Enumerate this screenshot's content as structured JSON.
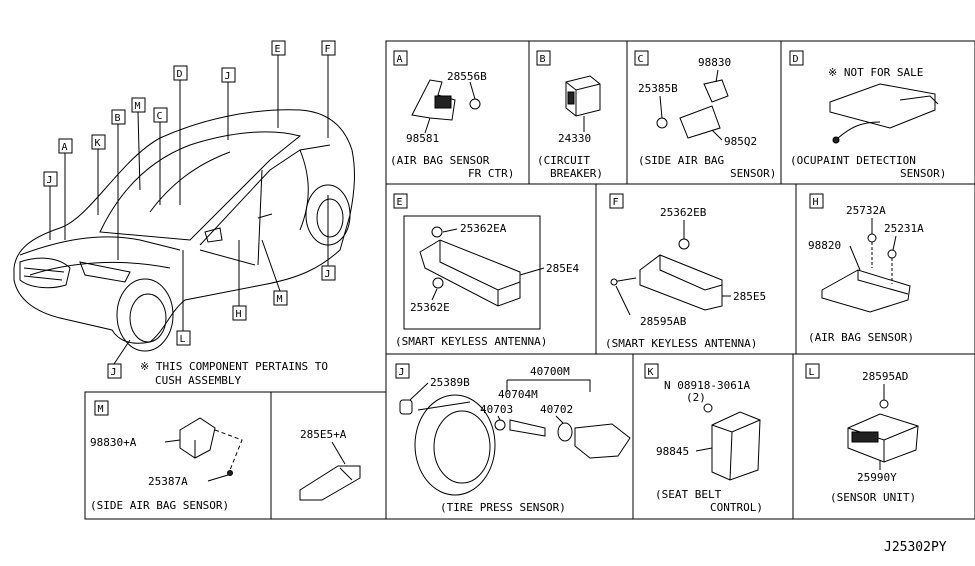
{
  "main": {
    "callouts": [
      "A",
      "B",
      "C",
      "D",
      "E",
      "F",
      "H",
      "J",
      "K",
      "L",
      "M"
    ],
    "note_line1": "※ THIS COMPONENT PERTAINS TO",
    "note_line2": "CUSH ASSEMBLY"
  },
  "panels": {
    "A": {
      "letter": "A",
      "parts": [
        "28556B",
        "98581"
      ],
      "caption_line1": "(AIR BAG SENSOR",
      "caption_line2": "FR CTR)"
    },
    "B": {
      "letter": "B",
      "parts": [
        "24330"
      ],
      "caption_line1": "(CIRCUIT",
      "caption_line2": "BREAKER)"
    },
    "C": {
      "letter": "C",
      "parts": [
        "98830",
        "25385B",
        "985Q2"
      ],
      "caption_line1": "(SIDE AIR BAG",
      "caption_line2": "SENSOR)"
    },
    "D": {
      "letter": "D",
      "note": "※ NOT FOR SALE",
      "caption_line1": "(OCUPAINT DETECTION",
      "caption_line2": "SENSOR)"
    },
    "E": {
      "letter": "E",
      "parts": [
        "25362EA",
        "285E4",
        "25362E"
      ],
      "caption": "(SMART KEYLESS ANTENNA)"
    },
    "F": {
      "letter": "F",
      "parts": [
        "25362EB",
        "285E5",
        "28595AB"
      ],
      "caption": "(SMART KEYLESS ANTENNA)"
    },
    "H": {
      "letter": "H",
      "parts": [
        "25732A",
        "25231A",
        "98820"
      ],
      "caption": "(AIR BAG SENSOR)"
    },
    "J": {
      "letter": "J",
      "parts": [
        "25389B",
        "40700M",
        "40704M",
        "40703",
        "40702"
      ],
      "caption": "(TIRE PRESS SENSOR)"
    },
    "K": {
      "letter": "K",
      "parts": [
        "N 08918-3061A",
        "(2)",
        "98845"
      ],
      "caption_line1": "(SEAT BELT",
      "caption_line2": "CONTROL)"
    },
    "L": {
      "letter": "L",
      "parts": [
        "28595AD",
        "25990Y"
      ],
      "caption": "(SENSOR UNIT)"
    },
    "M": {
      "letter": "M",
      "parts": [
        "98830+A",
        "25387A"
      ],
      "caption": "(SIDE AIR BAG SENSOR)"
    },
    "extra": {
      "parts": [
        "285E5+A"
      ]
    }
  },
  "diagram_id": "J25302PY"
}
